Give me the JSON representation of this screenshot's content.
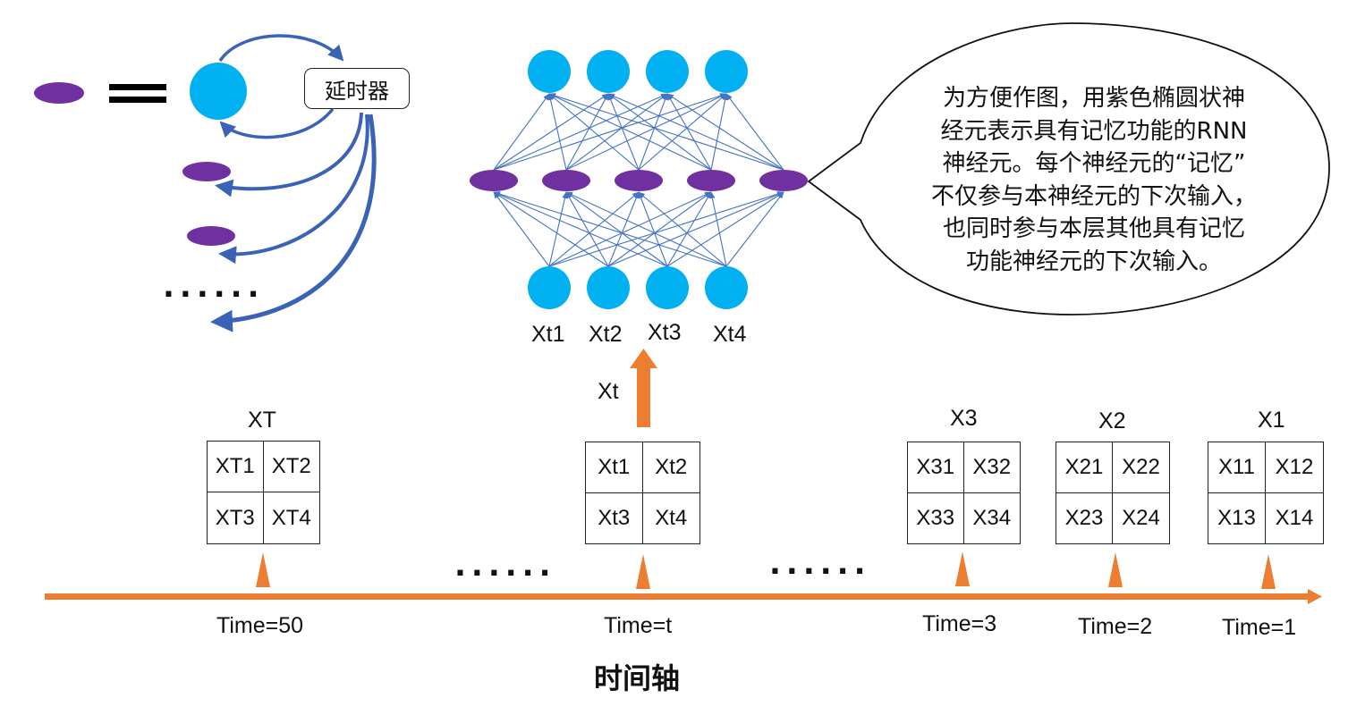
{
  "delay_label": "延时器",
  "bubble_lines": [
    "为方便作图，用紫色椭圆状神",
    "经元表示具有记忆功能的RNN",
    "神经元。每个神经元的“记忆”",
    "不仅参与本神经元的下次输入，",
    "也同时参与本层其他具有记忆",
    "功能神经元的下次输入。"
  ],
  "input_labels": [
    "Xt1",
    "Xt2",
    "Xt3",
    "Xt4"
  ],
  "arrow_label": "Xt",
  "more_dots": "......",
  "timesteps": [
    {
      "name": "XT",
      "cells": [
        "XT1",
        "XT2",
        "XT3",
        "XT4"
      ],
      "time": "Time=50"
    },
    {
      "name": "",
      "cells": [
        "Xt1",
        "Xt2",
        "Xt3",
        "Xt4"
      ],
      "time": "Time=t"
    },
    {
      "name": "X3",
      "cells": [
        "X31",
        "X32",
        "X33",
        "X34"
      ],
      "time": "Time=3"
    },
    {
      "name": "X2",
      "cells": [
        "X21",
        "X22",
        "X23",
        "X24"
      ],
      "time": "Time=2"
    },
    {
      "name": "X1",
      "cells": [
        "X11",
        "X12",
        "X13",
        "X14"
      ],
      "time": "Time=1"
    }
  ],
  "axis_title": "时间轴",
  "colors": {
    "neuron_blue": "#00b0f0",
    "rnn_purple": "#7030a0",
    "link_blue": "#4472c4",
    "axis_orange": "#ed7d31"
  }
}
